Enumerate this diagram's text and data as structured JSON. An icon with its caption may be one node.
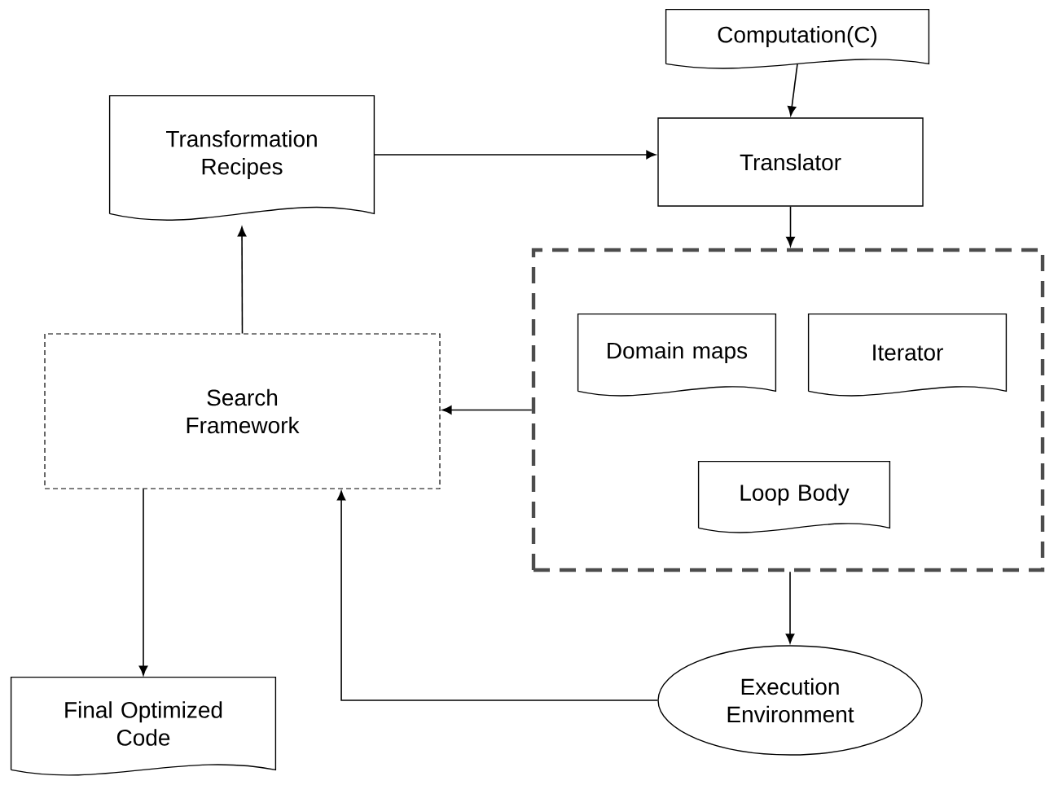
{
  "diagram": {
    "nodes": [
      {
        "text": [
          "Computation(C)"
        ]
      },
      {
        "text": [
          "Transformation Recipes"
        ]
      },
      {
        "text": [
          "Translator"
        ]
      },
      {
        "text": [],
        "shape": "box"
      },
      {
        "text": [
          "Domain maps"
        ],
        "in": 3
      },
      {
        "text": [
          "Iterator"
        ],
        "in": 3
      },
      {
        "text": [
          "Loop Body"
        ],
        "in": 3
      },
      {
        "text": [
          "Search Framework"
        ]
      },
      {
        "text": [
          "Execution Environment"
        ]
      },
      {
        "text": [
          "Final Optimized Code"
        ]
      }
    ],
    "edges": [
      {
        "from": 0,
        "to": 2,
        "arrow": "to"
      },
      {
        "from": 1,
        "to": 2,
        "arrow": "to"
      },
      {
        "from": 2,
        "to": 3,
        "arrow": "to"
      },
      {
        "from": 3,
        "to": 7,
        "arrow": "to"
      },
      {
        "from": 7,
        "to": 1,
        "arrow": "to"
      },
      {
        "from": 3,
        "to": 8,
        "arrow": "to"
      },
      {
        "from": 8,
        "to": 7,
        "arrow": "to"
      },
      {
        "from": 7,
        "to": 9,
        "arrow": "to"
      }
    ]
  }
}
